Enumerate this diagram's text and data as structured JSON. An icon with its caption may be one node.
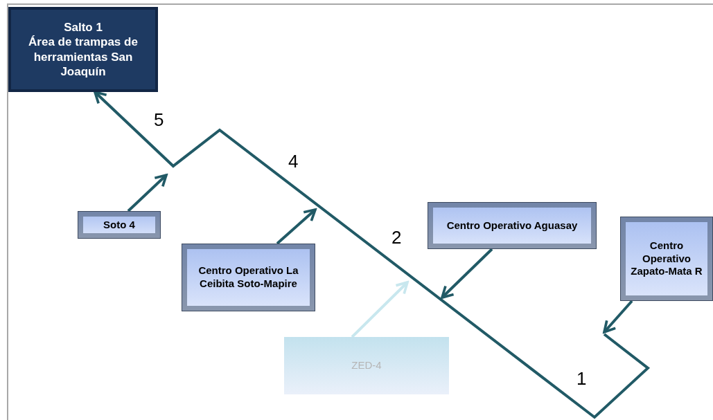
{
  "diagram": {
    "nodes": [
      {
        "text": [
          "Salto 1",
          "Área de trampas de herramientas San Joaquín"
        ]
      },
      {
        "text": [
          "Soto 4"
        ]
      },
      {
        "text": [
          "Centro Operativo La Ceibita Soto-Mapire"
        ]
      },
      {
        "text": [
          "Centro Operativo Aguasay"
        ]
      },
      {
        "text": [
          "Centro Operativo Zapato-Mata R"
        ]
      },
      {
        "text": [
          "ZED-4"
        ]
      }
    ],
    "edges": [
      {
        "from": null,
        "to": 0,
        "arrow": "to"
      },
      {
        "from": 1,
        "to": null,
        "arrow": "to"
      },
      {
        "from": 2,
        "to": null,
        "arrow": "to"
      },
      {
        "from": 3,
        "to": null,
        "arrow": "to"
      },
      {
        "from": 4,
        "to": null,
        "arrow": "to"
      },
      {
        "from": 5,
        "to": null,
        "arrow": "to",
        "color": "#c8e7ee"
      }
    ],
    "labels": [
      "5",
      "4",
      "2",
      "1"
    ]
  }
}
